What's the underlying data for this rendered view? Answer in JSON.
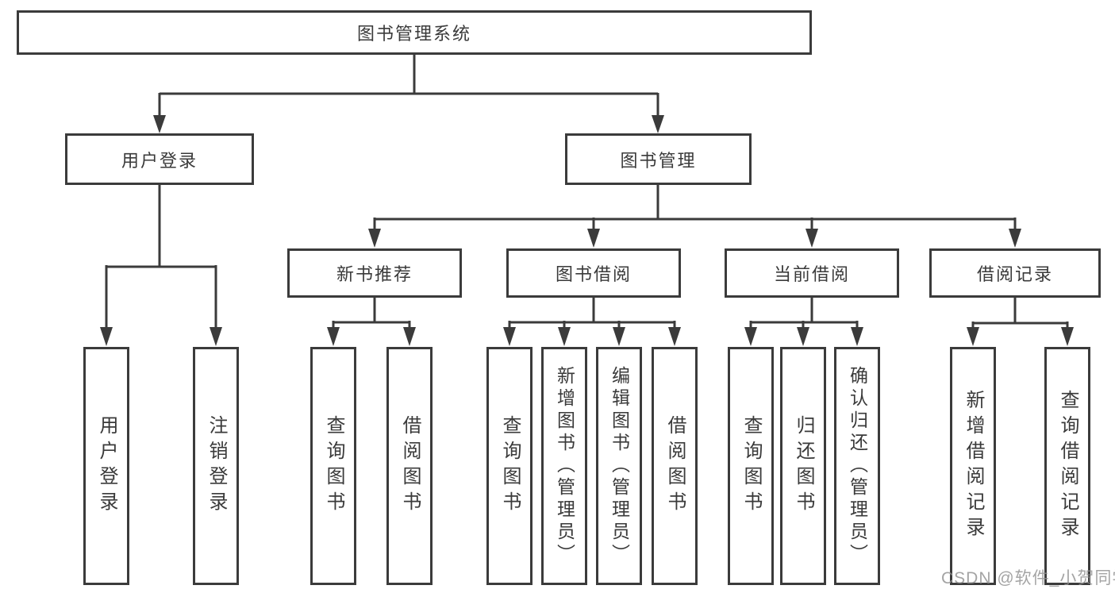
{
  "diagram": {
    "root": {
      "label": "图书管理系统"
    },
    "level1": [
      {
        "label": "用户登录",
        "parent": "图书管理系统"
      },
      {
        "label": "图书管理",
        "parent": "图书管理系统"
      }
    ],
    "level2": [
      {
        "label": "新书推荐",
        "parent": "图书管理"
      },
      {
        "label": "图书借阅",
        "parent": "图书管理"
      },
      {
        "label": "当前借阅",
        "parent": "图书管理"
      },
      {
        "label": "借阅记录",
        "parent": "图书管理"
      }
    ],
    "leaves": [
      {
        "label": "用户登录",
        "parent": "用户登录"
      },
      {
        "label": "注销登录",
        "parent": "用户登录"
      },
      {
        "label": "查询图书",
        "parent": "新书推荐"
      },
      {
        "label": "借阅图书",
        "parent": "新书推荐"
      },
      {
        "label": "查询图书",
        "parent": "图书借阅"
      },
      {
        "label": "新增图书（管理员）",
        "parent": "图书借阅"
      },
      {
        "label": "编辑图书（管理员）",
        "parent": "图书借阅"
      },
      {
        "label": "借阅图书",
        "parent": "图书借阅"
      },
      {
        "label": "查询图书",
        "parent": "当前借阅"
      },
      {
        "label": "归还图书",
        "parent": "当前借阅"
      },
      {
        "label": "确认归还（管理员）",
        "parent": "当前借阅"
      },
      {
        "label": "新增借阅记录",
        "parent": "借阅记录"
      },
      {
        "label": "查询借阅记录",
        "parent": "借阅记录"
      }
    ]
  },
  "watermark": "CSDN @软件_小贺同学",
  "colors": {
    "line": "#3b3b3b",
    "text": "#3a3a3a",
    "box_background": "#ffffff",
    "watermark": "#909090"
  }
}
